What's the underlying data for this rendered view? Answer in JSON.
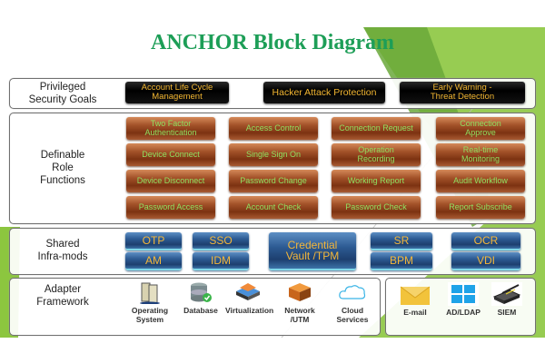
{
  "title": "ANCHOR Block Diagram",
  "colors": {
    "title": "#1d9e57",
    "goal_text": "#f2b632",
    "role_text": "#8fe061",
    "infra_text": "#f3b63a",
    "accent_green": "#7ab648"
  },
  "goals": {
    "label_line1": "Privileged",
    "label_line2": "Security Goals",
    "items": [
      {
        "line1": "Account Life Cycle",
        "line2": "Management"
      },
      {
        "line1": "Hacker  Attack Protection",
        "line2": ""
      },
      {
        "line1": "Early Warning   -",
        "line2": "Threat Detection"
      }
    ]
  },
  "roles": {
    "label_line1": "Definable",
    "label_line2": "Role",
    "label_line3": "Functions",
    "items": [
      {
        "line1": "Two  Factor",
        "line2": "Authentication"
      },
      {
        "line1": "Access Control",
        "line2": ""
      },
      {
        "line1": "Connection Request",
        "line2": ""
      },
      {
        "line1": "Connection",
        "line2": "Approve"
      },
      {
        "line1": "Device Connect",
        "line2": ""
      },
      {
        "line1": "Single Sign On",
        "line2": ""
      },
      {
        "line1": "Operation",
        "line2": "Recording"
      },
      {
        "line1": "Real-time",
        "line2": "Monitoring"
      },
      {
        "line1": "Device Disconnect",
        "line2": ""
      },
      {
        "line1": "Password Change",
        "line2": ""
      },
      {
        "line1": "Working Report",
        "line2": ""
      },
      {
        "line1": "Audit Workflow",
        "line2": ""
      },
      {
        "line1": "Password Access",
        "line2": ""
      },
      {
        "line1": "Account Check",
        "line2": ""
      },
      {
        "line1": "Password Check",
        "line2": ""
      },
      {
        "line1": "Report Subscribe",
        "line2": ""
      }
    ]
  },
  "infra": {
    "label_line1": "Shared",
    "label_line2": "Infra-mods",
    "otp": "OTP",
    "sso": "SSO",
    "am": "AM",
    "idm": "IDM",
    "vault_line1": "Credential",
    "vault_line2": "Vault /TPM",
    "sr": "SR",
    "ocr": "OCR",
    "bpm": "BPM",
    "vdi": "VDI"
  },
  "adapters": {
    "label_line1": "Adapter",
    "label_line2": "Framework",
    "items": [
      {
        "icon": "server-icon",
        "line1": "Operating",
        "line2": "System"
      },
      {
        "icon": "database-icon",
        "line1": "Database",
        "line2": ""
      },
      {
        "icon": "virtualization-icon",
        "line1": "Virtualization",
        "line2": ""
      },
      {
        "icon": "network-icon",
        "line1": "Network",
        "line2": "/UTM"
      },
      {
        "icon": "cloud-icon",
        "line1": "Cloud",
        "line2": "Services"
      }
    ],
    "external": [
      {
        "icon": "email-icon",
        "label": "E-mail"
      },
      {
        "icon": "windows-icon",
        "label": "AD/LDAP"
      },
      {
        "icon": "scanner-icon",
        "label": "SIEM"
      }
    ]
  }
}
